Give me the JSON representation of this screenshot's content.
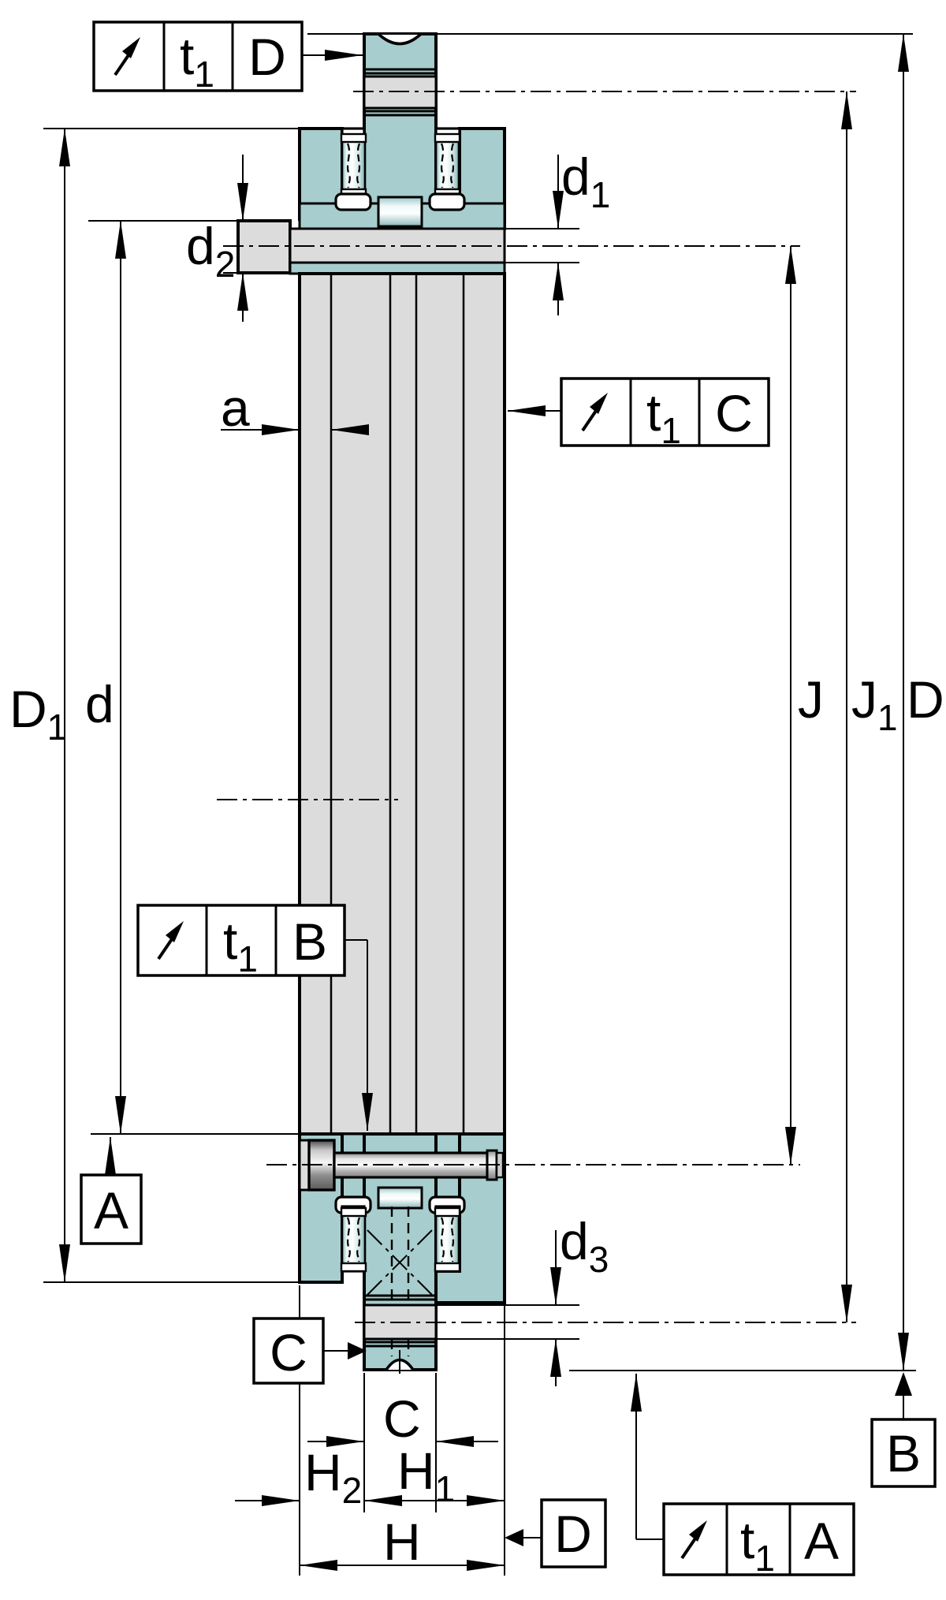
{
  "drawing_labels": {
    "D1": {
      "base": "D",
      "sub": "1"
    },
    "d": {
      "base": "d",
      "sub": ""
    },
    "J": {
      "base": "J",
      "sub": ""
    },
    "J1": {
      "base": "J",
      "sub": "1"
    },
    "D": {
      "base": "D",
      "sub": ""
    },
    "d1": {
      "base": "d",
      "sub": "1"
    },
    "d2": {
      "base": "d",
      "sub": "2"
    },
    "d3": {
      "base": "d",
      "sub": "3"
    },
    "a": {
      "base": "a",
      "sub": ""
    },
    "C": {
      "base": "C",
      "sub": ""
    },
    "H": {
      "base": "H",
      "sub": ""
    },
    "H1": {
      "base": "H",
      "sub": "1"
    },
    "H2": {
      "base": "H",
      "sub": "2"
    }
  },
  "datum_boxes": {
    "A": "A",
    "B": "B",
    "C": "C",
    "D": "D"
  },
  "tolerance_frames": {
    "top": {
      "symbol": "circular-runout",
      "t": "t",
      "t_sub": "1",
      "datum": "D"
    },
    "right": {
      "symbol": "circular-runout",
      "t": "t",
      "t_sub": "1",
      "datum": "C"
    },
    "left": {
      "symbol": "circular-runout",
      "t": "t",
      "t_sub": "1",
      "datum": "B"
    },
    "bottom": {
      "symbol": "circular-runout",
      "t": "t",
      "t_sub": "1",
      "datum": "A"
    }
  },
  "colors": {
    "teal": "#a7cdce",
    "gray": "#dcdcdc",
    "outline": "#000000",
    "background": "#ffffff"
  }
}
